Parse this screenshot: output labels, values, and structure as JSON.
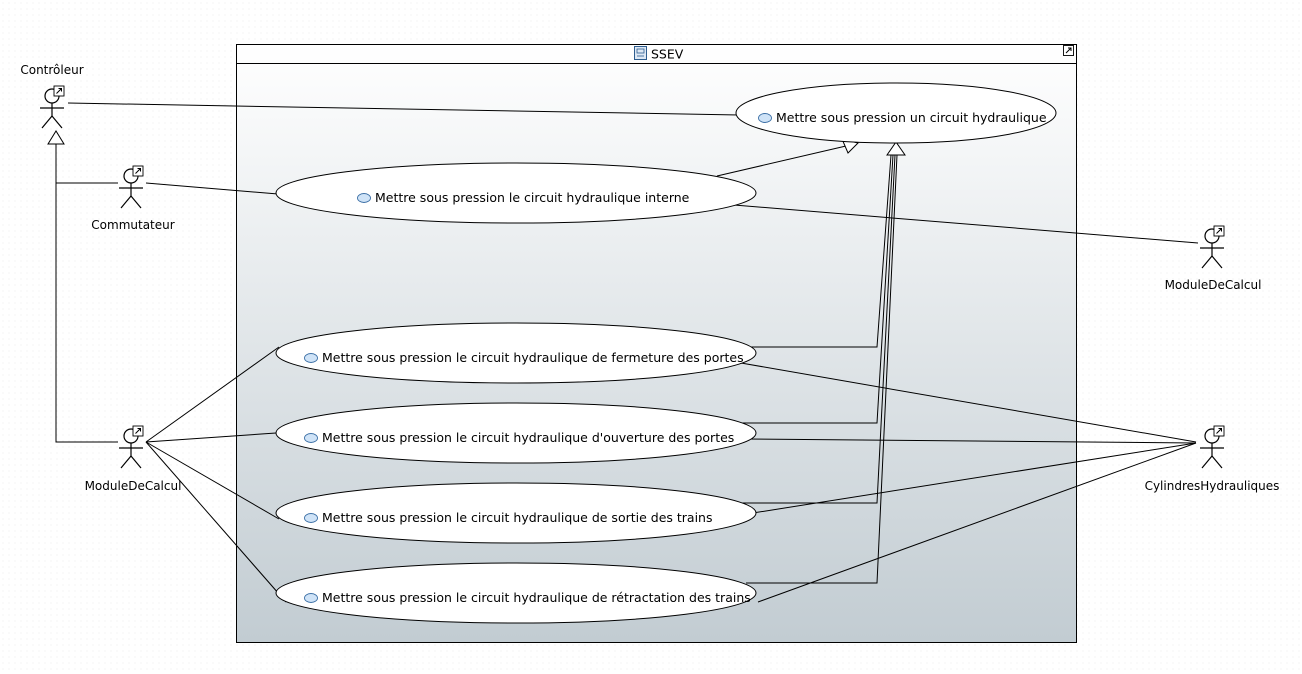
{
  "system": {
    "title": "SSEV",
    "colors": {
      "gradient_top": "#ffffff",
      "gradient_bottom": "#c2ccd2",
      "usecase_icon": "#cfe3f7",
      "usecase_icon_border": "#3a6ea5"
    }
  },
  "actors": {
    "controleur": "Contrôleur",
    "commutateur": "Commutateur",
    "module_right": "ModuleDeCalcul",
    "module_left": "ModuleDeCalcul",
    "cylindres": "CylindresHydrauliques"
  },
  "use_cases": {
    "main": "Mettre sous pression un circuit hydraulique",
    "interne": "Mettre sous pression le circuit hydraulique interne",
    "fermeture": "Mettre sous pression le circuit hydraulique de fermeture des portes",
    "ouverture": "Mettre sous pression le circuit hydraulique d'ouverture des portes",
    "sortie": "Mettre sous pression le circuit hydraulique de sortie des trains",
    "retractation": "Mettre sous pression le circuit hydraulique de rétractation des trains"
  },
  "icons": {
    "actor": "stick-figure-with-shortcut-arrow",
    "use_case": "use-case-ellipse-icon",
    "system": "subsystem-icon",
    "system_corner": "shortcut-arrow-icon"
  }
}
